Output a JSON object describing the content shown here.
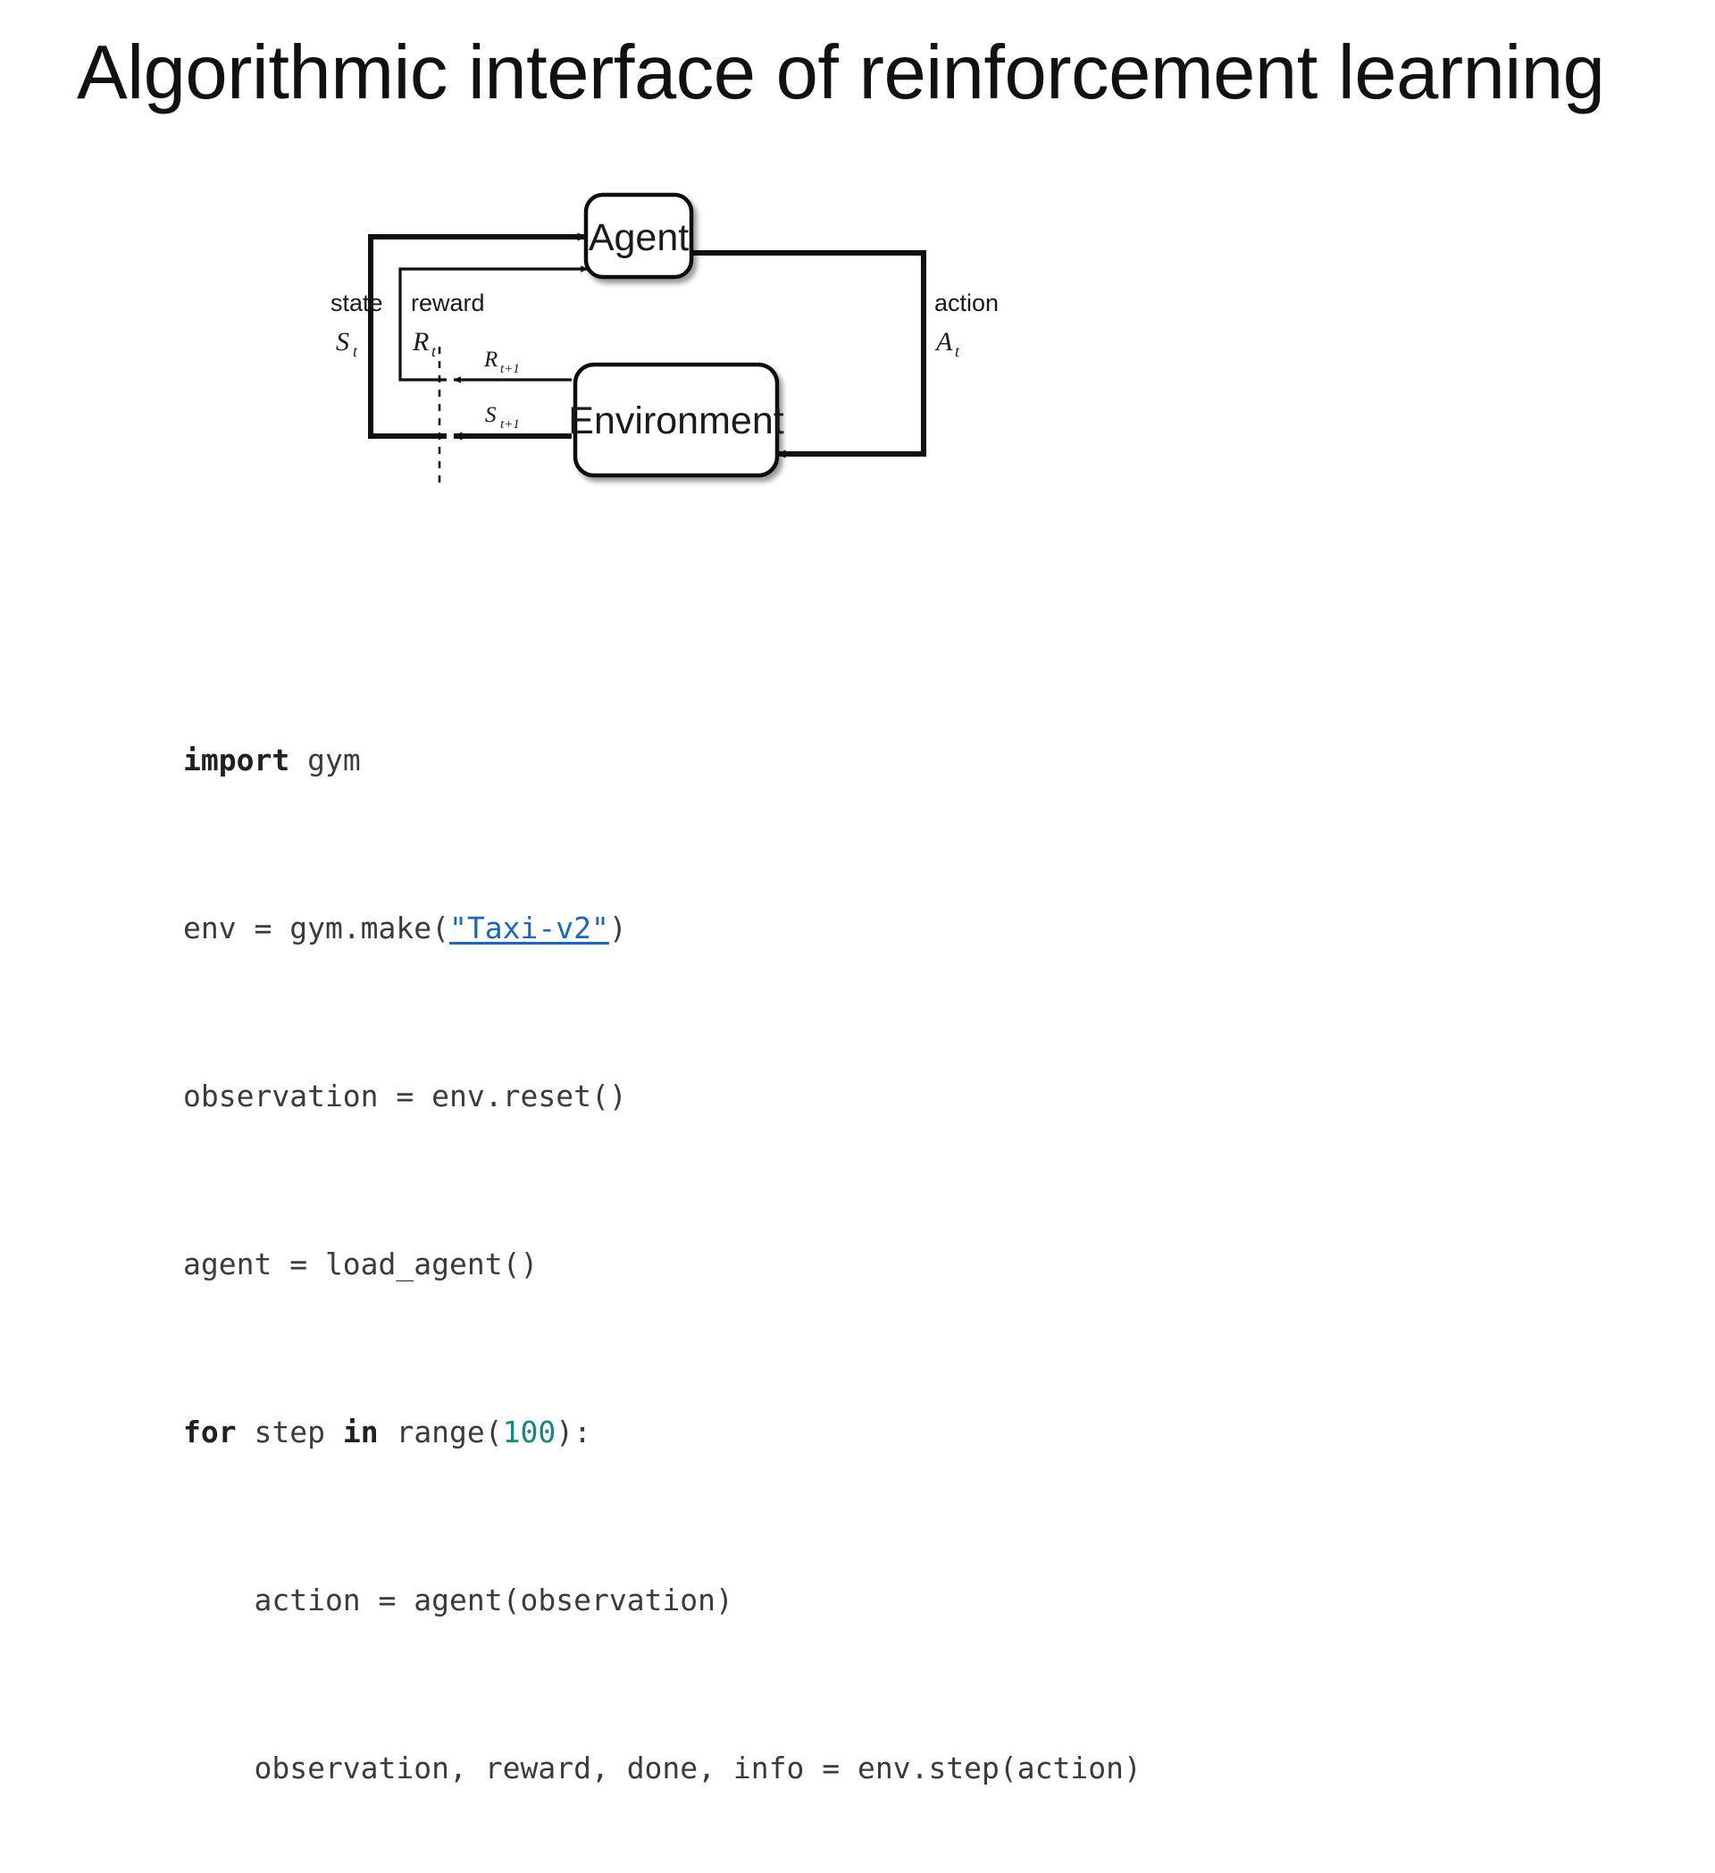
{
  "slide": {
    "title": "Algorithmic interface of reinforcement learning",
    "background_color": "#ffffff"
  },
  "diagram": {
    "name": "agent-environment-interaction-loop",
    "nodes": {
      "agent": "Agent",
      "environment": "Environment"
    },
    "labels": {
      "state_word": "state",
      "state_symbol": "S",
      "state_subscript": "t",
      "reward_word": "reward",
      "reward_symbol": "R",
      "reward_subscript": "t",
      "action_word": "action",
      "action_symbol": "A",
      "action_subscript": "t",
      "next_reward_symbol": "R",
      "next_reward_subscript": "t+1",
      "next_state_symbol": "S",
      "next_state_subscript": "t+1"
    },
    "stroke_color": "#111111"
  },
  "code": {
    "language": "python",
    "link_color": "#1667c8",
    "number_color": "#0e8a85",
    "keyword_color": "#202020",
    "text_color": "#3b3b3b",
    "lines": [
      {
        "id": "line-1",
        "raw": "import gym"
      },
      {
        "id": "line-2",
        "raw": "env = gym.make(\"Taxi-v2\")"
      },
      {
        "id": "line-3",
        "raw": "observation = env.reset()"
      },
      {
        "id": "line-4",
        "raw": "agent = load_agent()"
      },
      {
        "id": "line-5",
        "raw": "for step in range(100):"
      },
      {
        "id": "line-6",
        "raw": "    action = agent(observation)"
      },
      {
        "id": "line-7",
        "raw": "    observation, reward, done, info = env.step(action)"
      }
    ],
    "tokens": {
      "kw_import": "import",
      "kw_for": "for",
      "kw_in": "in",
      "link_taxi": "\"Taxi-v2\"",
      "num_100": "100",
      "l1_rest": " gym",
      "l2_pre": "env = gym.make(",
      "l2_post": ")",
      "l3": "observation = env.reset()",
      "l4": "agent = load_agent()",
      "l5_a": " step ",
      "l5_b": " range(",
      "l5_c": "):",
      "l6": "    action = agent(observation)",
      "l7": "    observation, reward, done, info = env.step(action)"
    }
  }
}
